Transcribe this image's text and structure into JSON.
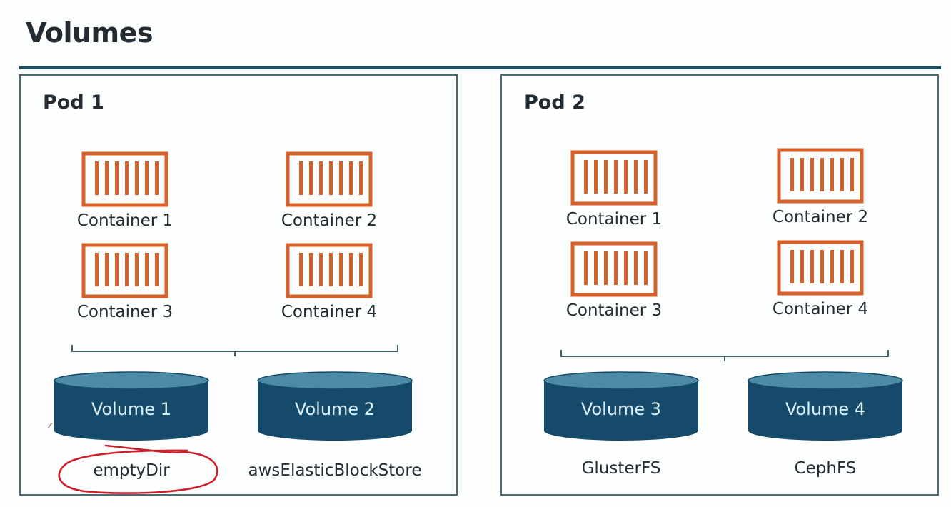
{
  "title": "Volumes",
  "colors": {
    "accent_rule": "#1b4e66",
    "container_orange": "#d6602a",
    "volume_body": "#154a6a",
    "volume_top": "#4d8aa6",
    "annotation_red": "#cc1f2a"
  },
  "pods": [
    {
      "title": "Pod 1",
      "containers": [
        {
          "label": "Container 1",
          "icon": "container-icon"
        },
        {
          "label": "Container 2",
          "icon": "container-icon"
        },
        {
          "label": "Container 3",
          "icon": "container-icon"
        },
        {
          "label": "Container 4",
          "icon": "container-icon"
        }
      ],
      "volumes": [
        {
          "label": "Volume 1",
          "type": "emptyDir",
          "icon": "volume-cylinder-icon"
        },
        {
          "label": "Volume 2",
          "type": "awsElasticBlockStore",
          "icon": "volume-cylinder-icon"
        }
      ]
    },
    {
      "title": "Pod 2",
      "containers": [
        {
          "label": "Container 1",
          "icon": "container-icon"
        },
        {
          "label": "Container 2",
          "icon": "container-icon"
        },
        {
          "label": "Container 3",
          "icon": "container-icon"
        },
        {
          "label": "Container 4",
          "icon": "container-icon"
        }
      ],
      "volumes": [
        {
          "label": "Volume 3",
          "type": "GlusterFS",
          "icon": "volume-cylinder-icon"
        },
        {
          "label": "Volume 4",
          "type": "CephFS",
          "icon": "volume-cylinder-icon"
        }
      ]
    }
  ],
  "annotations": [
    {
      "type": "hand-drawn-circle",
      "target": "emptyDir"
    }
  ]
}
